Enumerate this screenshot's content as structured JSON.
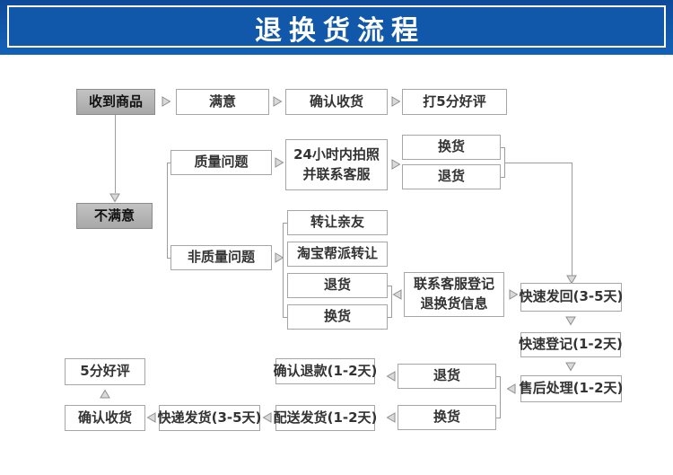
{
  "header": {
    "title": "退换货流程"
  },
  "colors": {
    "banner_blue": "#1158ab",
    "banner_dark": "#0d4a99",
    "box_border": "#a6a6a6",
    "gray_box_fill": "#b3b3b3",
    "line_gray": "#9c9c9c",
    "text": "#333333",
    "title_text": "#ffffff"
  },
  "nodes": {
    "received": {
      "label": "收到商品"
    },
    "satisfied": {
      "label": "满意"
    },
    "confirm_receipt_top": {
      "label": "确认收货"
    },
    "five_star_top": {
      "label": "打5分好评"
    },
    "unsatisfied": {
      "label": "不满意"
    },
    "quality_issue": {
      "label": "质量问题"
    },
    "photo_24h": {
      "line1": "24小时内拍照",
      "line2": "并联系客服"
    },
    "exchange_quality": {
      "label": "换货"
    },
    "return_quality": {
      "label": "退货"
    },
    "non_quality": {
      "label": "非质量问题"
    },
    "transfer_friends": {
      "label": "转让亲友"
    },
    "taobao_transfer": {
      "label": "淘宝帮派转让"
    },
    "return_nonquality": {
      "label": "退货"
    },
    "exchange_nonquality": {
      "label": "换货"
    },
    "contact_service": {
      "line1": "联系客服登记",
      "line2": "退换货信息"
    },
    "fast_return": {
      "label": "快速发回(3-5天)"
    },
    "fast_register": {
      "label": "快速登记(1-2天)"
    },
    "aftersales": {
      "label": "售后处理(1-2天)"
    },
    "return_bottom": {
      "label": "退货"
    },
    "exchange_bottom": {
      "label": "换货"
    },
    "confirm_refund": {
      "label": "确认退款(1-2天)"
    },
    "delivery": {
      "label": "配送发货(1-2天)"
    },
    "express": {
      "label": "快递发货(3-5天)"
    },
    "confirm_receipt_bottom": {
      "label": "确认收货"
    },
    "five_star_bottom": {
      "label": "5分好评"
    }
  }
}
